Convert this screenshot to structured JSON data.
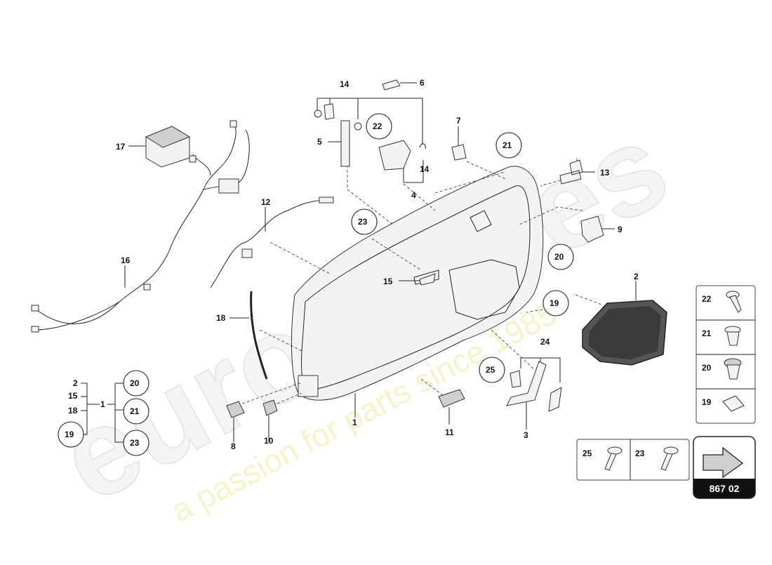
{
  "watermark": {
    "brand": "eurospares",
    "tagline": "a passion for parts since 1985"
  },
  "callouts": {
    "n1": "1",
    "n2": "2",
    "n3": "3",
    "n4": "4",
    "n5": "5",
    "n6": "6",
    "n7": "7",
    "n8": "8",
    "n9": "9",
    "n10": "10",
    "n11": "11",
    "n12": "12",
    "n13": "13",
    "n14a": "14",
    "n14b": "14",
    "n15": "15",
    "n16": "16",
    "n17": "17",
    "n18": "18"
  },
  "circles": {
    "c22": "22",
    "c21": "21",
    "c23": "23",
    "c20": "20",
    "c19": "19",
    "c25": "25"
  },
  "bracket_group": {
    "left_items": [
      "2",
      "15",
      "18",
      "19"
    ],
    "center": "1",
    "right_items": [
      "20",
      "21",
      "23"
    ]
  },
  "item_24": "24",
  "legend_fasteners": [
    "22",
    "21",
    "20",
    "19"
  ],
  "legend_bottom": [
    "25",
    "23"
  ],
  "diagram_code": "867 02"
}
